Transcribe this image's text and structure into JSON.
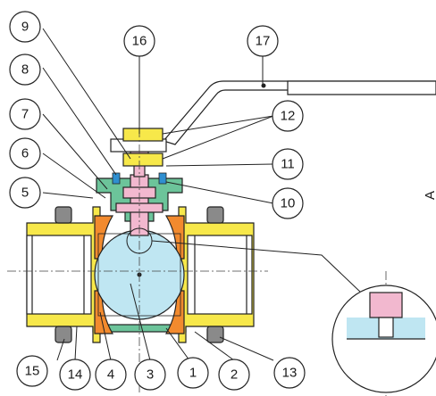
{
  "diagram": {
    "parts": [
      {
        "number": "1"
      },
      {
        "number": "2"
      },
      {
        "number": "3"
      },
      {
        "number": "4"
      },
      {
        "number": "5"
      },
      {
        "number": "6"
      },
      {
        "number": "7"
      },
      {
        "number": "8"
      },
      {
        "number": "9"
      },
      {
        "number": "10"
      },
      {
        "number": "11"
      },
      {
        "number": "12"
      },
      {
        "number": "13"
      },
      {
        "number": "14"
      },
      {
        "number": "15"
      },
      {
        "number": "16"
      },
      {
        "number": "17"
      }
    ],
    "view_label": "A"
  },
  "colors": {
    "body_end_caps": "#f7e84a",
    "center_body": "#6cc49a",
    "gland_nut": "#f7e84a",
    "stem_and_packing": "#f2b8cf",
    "seats": "#f28a2e",
    "ball": "#bfe6f2",
    "seal_blue": "#2f8fd0",
    "stud_nuts": "#8a8a8a",
    "handle": "#ffffff"
  }
}
